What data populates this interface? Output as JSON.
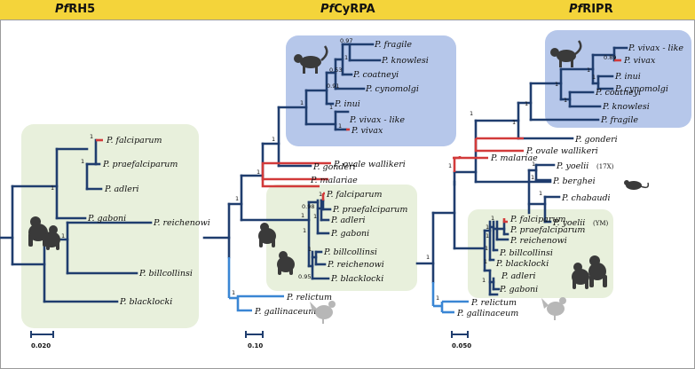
{
  "headers": [
    {
      "italic": "Pf",
      "rest": "RH5"
    },
    {
      "italic": "Pf",
      "rest": "CyRPA"
    },
    {
      "italic": "Pf",
      "rest": "RIPR"
    }
  ],
  "colors": {
    "header_bg": "#f4d43a",
    "great_ape_box": "#e8f0dc",
    "primate_box": "#b6c7ea",
    "branch_default": "#1f3d6e",
    "branch_falciparum": "#d23a3a",
    "branch_avian": "#3a86d4"
  },
  "tree_rh5": {
    "taxa": [
      "P. falciparum",
      "P. praefalciparum",
      "P. adleri",
      "P. gaboni",
      "P. reichenowi",
      "P. billcollinsi",
      "P. blacklocki"
    ],
    "supports": [
      "1",
      "1",
      "1",
      "1",
      "1"
    ],
    "scale": "0.020",
    "icon": "gorilla-icon"
  },
  "tree_cyrpa": {
    "primate_taxa": [
      "P. fragile",
      "P. knowlesi",
      "P. coatneyi",
      "P. cynomolgi",
      "P. inui",
      "P. vivax - like",
      "P. vivax"
    ],
    "primate_supports": [
      "0.97",
      "1",
      "0.53",
      "0.91",
      "1",
      "1",
      "1"
    ],
    "other_taxa": [
      "P. gonderi",
      "P. ovale wallikeri",
      "P. malariae"
    ],
    "other_supports": [
      "1",
      "1",
      "1"
    ],
    "ape_taxa": [
      "P. falciparum",
      "P. praefalciparum",
      "P. adleri",
      "P. gaboni",
      "P. billcollinsi",
      "P. reichenowi",
      "P. blacklocki"
    ],
    "ape_supports": [
      "1",
      "0.98",
      "1",
      "1",
      "1",
      "0.95",
      "1"
    ],
    "avian_taxa": [
      "P. relictum",
      "P. gallinaceum"
    ],
    "avian_supports": [
      "1"
    ],
    "scale": "0.10"
  },
  "tree_ripr": {
    "primate_taxa": [
      "P. vivax - like",
      "P. vivax",
      "P. inui",
      "P. cynomolgi",
      "P. coatneyi",
      "P. knowlesi",
      "P. fragile"
    ],
    "primate_supports": [
      "0.89",
      "1",
      "1",
      "1",
      "1"
    ],
    "other_taxa": [
      "P. gonderi",
      "P. ovale wallikeri",
      "P. malariae"
    ],
    "other_supports": [
      "1",
      "1",
      "1",
      "1"
    ],
    "rodent_taxa": [
      {
        "name": "P. yoelii",
        "tag": "(17X)"
      },
      {
        "name": "P. berghei",
        "tag": ""
      },
      {
        "name": "P. chabaudi",
        "tag": ""
      },
      {
        "name": "P. yoelii",
        "tag": "(YM)"
      }
    ],
    "rodent_supports": [
      "1",
      "1",
      "1"
    ],
    "ape_taxa": [
      "P. falciparum",
      "P. praefalciparum",
      "P. reichenowi",
      "P. billcollinsi",
      "P. blacklocki",
      "P. adleri",
      "P. gaboni"
    ],
    "ape_supports": [
      "1",
      "1",
      "1",
      "1",
      "1",
      "1"
    ],
    "avian_taxa": [
      "P. relictum",
      "P. gallinaceum"
    ],
    "avian_supports": [
      "1",
      "1"
    ],
    "scale": "0.050"
  }
}
